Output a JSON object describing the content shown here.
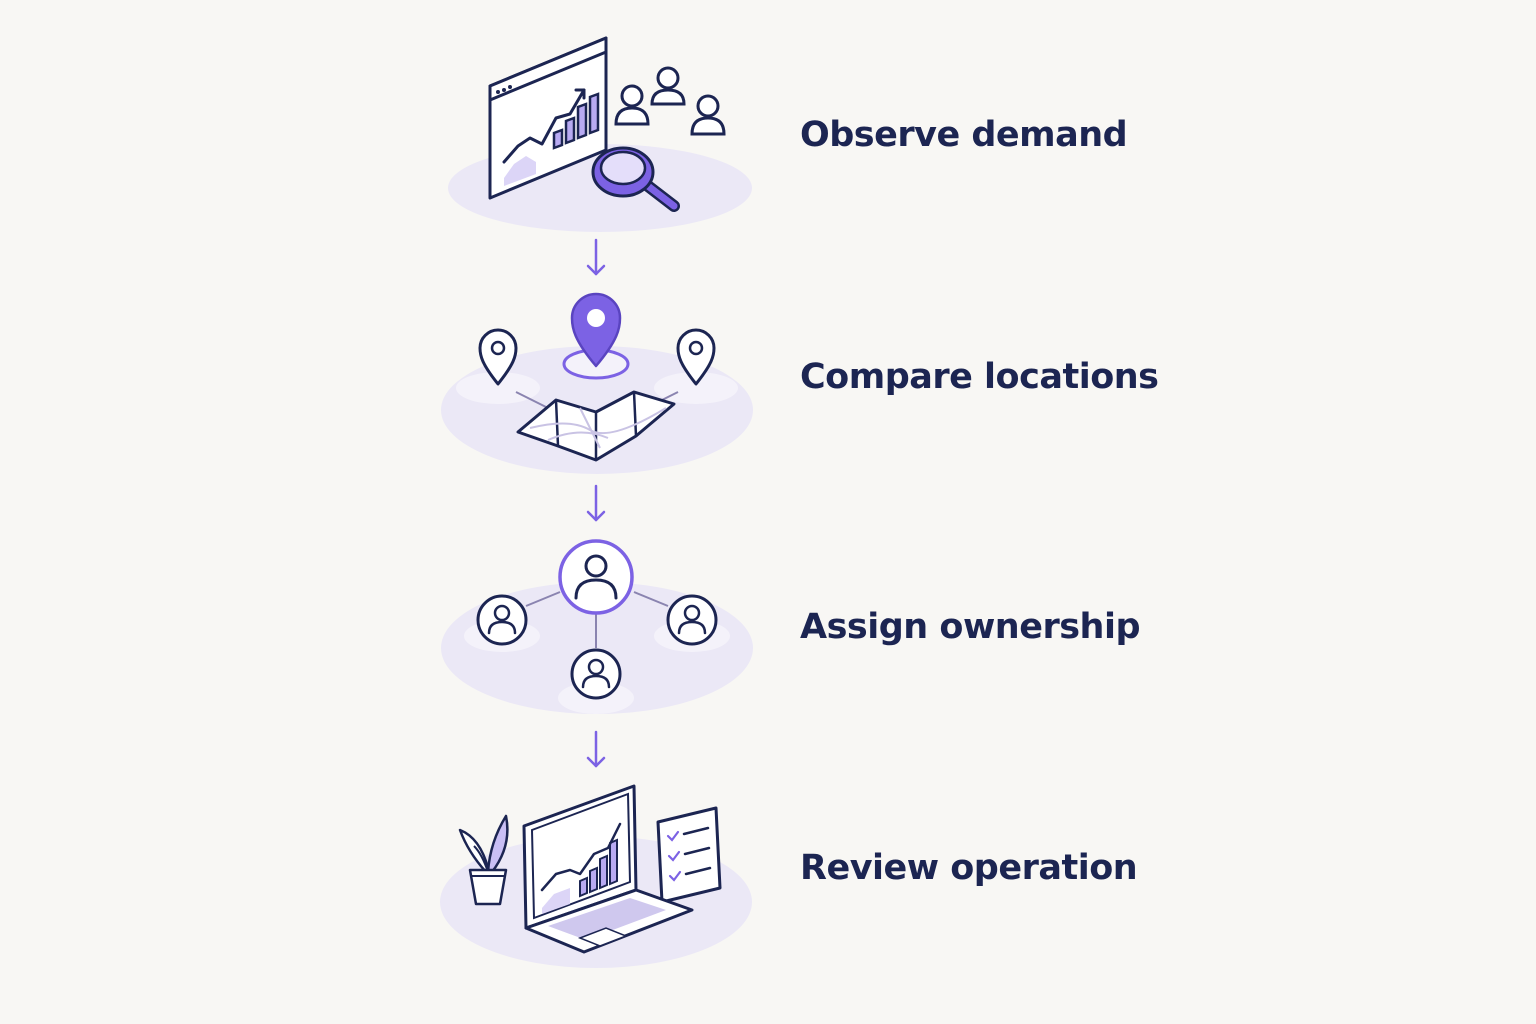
{
  "steps": [
    {
      "id": "observe",
      "label": "Observe demand",
      "icon": "analytics-dashboard-with-magnifier-and-people-icon"
    },
    {
      "id": "compare",
      "label": "Compare locations",
      "icon": "map-with-location-pins-icon"
    },
    {
      "id": "assign",
      "label": "Assign ownership",
      "icon": "people-network-icon"
    },
    {
      "id": "review",
      "label": "Review operation",
      "icon": "laptop-dashboard-with-checklist-icon"
    }
  ],
  "colors": {
    "background": "#f8f7f4",
    "text": "#1c2552",
    "outline": "#1c2552",
    "accent": "#7c62e4",
    "accent_light": "#b8aaf2",
    "platform": "#ebe8f6",
    "platform_light": "#f4f2fa"
  }
}
